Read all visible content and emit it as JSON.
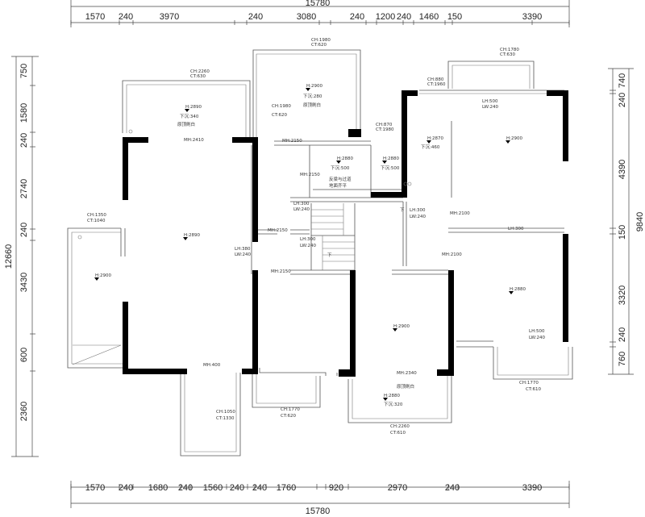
{
  "dimensions": {
    "top_total": "15780",
    "top_segments": [
      "1570",
      "240",
      "3970",
      "240",
      "3080",
      "240",
      "1200",
      "240",
      "1460",
      "150",
      "3390"
    ],
    "bottom_total": "15780",
    "bottom_segments": [
      "1570",
      "240",
      "1680",
      "240",
      "1560",
      "240",
      "240",
      "1760",
      "920",
      "2970",
      "240",
      "3390"
    ],
    "left_total": "12660",
    "left_segments": [
      "750",
      "1580",
      "240",
      "2740",
      "240",
      "3430",
      "600",
      "2360"
    ],
    "right_total": "9840",
    "right_segments": [
      "240",
      "740",
      "4390",
      "150",
      "3320",
      "240",
      "760"
    ]
  },
  "annotations": [
    {
      "id": "a1",
      "text": "CH:2260"
    },
    {
      "id": "a2",
      "text": "CT:630"
    },
    {
      "id": "a3",
      "text": "CH:1980"
    },
    {
      "id": "a4",
      "text": "CT:620"
    },
    {
      "id": "a5",
      "text": "CH:1780"
    },
    {
      "id": "a6",
      "text": "CT:630"
    },
    {
      "id": "a7",
      "text": "CH:880"
    },
    {
      "id": "a8",
      "text": "CT:1960"
    },
    {
      "id": "a9",
      "text": "H:2890"
    },
    {
      "id": "a10",
      "text": "下沉:340"
    },
    {
      "id": "a11",
      "text": "原顶刷白"
    },
    {
      "id": "a12",
      "text": "H:2900"
    },
    {
      "id": "a13",
      "text": "下沉:280"
    },
    {
      "id": "a14",
      "text": "原顶刷白"
    },
    {
      "id": "a15",
      "text": "CH:1980"
    },
    {
      "id": "a16",
      "text": "CT:620"
    },
    {
      "id": "a17",
      "text": "LH:500"
    },
    {
      "id": "a18",
      "text": "LW:240"
    },
    {
      "id": "a19",
      "text": "H:2870"
    },
    {
      "id": "a20",
      "text": "下沉:460"
    },
    {
      "id": "a21",
      "text": "H:2900"
    },
    {
      "id": "a22",
      "text": "CH:870"
    },
    {
      "id": "a23",
      "text": "CT:1980"
    },
    {
      "id": "a24",
      "text": "MH:2410"
    },
    {
      "id": "a25",
      "text": "MH:2150"
    },
    {
      "id": "a26",
      "text": "H:2880"
    },
    {
      "id": "a27",
      "text": "下沉:500"
    },
    {
      "id": "a28",
      "text": "H:2880"
    },
    {
      "id": "a29",
      "text": "下沉:500"
    },
    {
      "id": "a30",
      "text": "MH:2150"
    },
    {
      "id": "a31",
      "text": "反梁与过道"
    },
    {
      "id": "a32",
      "text": "地面齐平"
    },
    {
      "id": "a33",
      "text": "CH:1350"
    },
    {
      "id": "a34",
      "text": "CT:1040"
    },
    {
      "id": "a35",
      "text": "LH:300"
    },
    {
      "id": "a36",
      "text": "LW:240"
    },
    {
      "id": "a37",
      "text": "LH:300"
    },
    {
      "id": "a38",
      "text": "LW:240"
    },
    {
      "id": "a39",
      "text": "MH:2100"
    },
    {
      "id": "a40",
      "text": "H:2890"
    },
    {
      "id": "a41",
      "text": "MH:2150"
    },
    {
      "id": "a42",
      "text": "LH:300"
    },
    {
      "id": "a43",
      "text": "LH:380"
    },
    {
      "id": "a44",
      "text": "LW:240"
    },
    {
      "id": "a45",
      "text": "LH:300"
    },
    {
      "id": "a46",
      "text": "LW:240"
    },
    {
      "id": "a47",
      "text": "MH:2100"
    },
    {
      "id": "a48",
      "text": "H:2900"
    },
    {
      "id": "a49",
      "text": "MH:2150"
    },
    {
      "id": "a50",
      "text": "H:2880"
    },
    {
      "id": "a51",
      "text": "H:2900"
    },
    {
      "id": "a52",
      "text": "LH:500"
    },
    {
      "id": "a53",
      "text": "LW:240"
    },
    {
      "id": "a54",
      "text": "MH:400"
    },
    {
      "id": "a55",
      "text": "MH:2340"
    },
    {
      "id": "a56",
      "text": "原顶刷白"
    },
    {
      "id": "a57",
      "text": "H:2880"
    },
    {
      "id": "a58",
      "text": "下沉:320"
    },
    {
      "id": "a59",
      "text": "CH:1770"
    },
    {
      "id": "a60",
      "text": "CT:610"
    },
    {
      "id": "a61",
      "text": "CH:1050"
    },
    {
      "id": "a62",
      "text": "CT:1330"
    },
    {
      "id": "a63",
      "text": "CH:1770"
    },
    {
      "id": "a64",
      "text": "CT:620"
    },
    {
      "id": "a65",
      "text": "CH:2260"
    },
    {
      "id": "a66",
      "text": "CT:610"
    },
    {
      "id": "a67",
      "text": "下"
    },
    {
      "id": "a68",
      "text": "下"
    }
  ]
}
